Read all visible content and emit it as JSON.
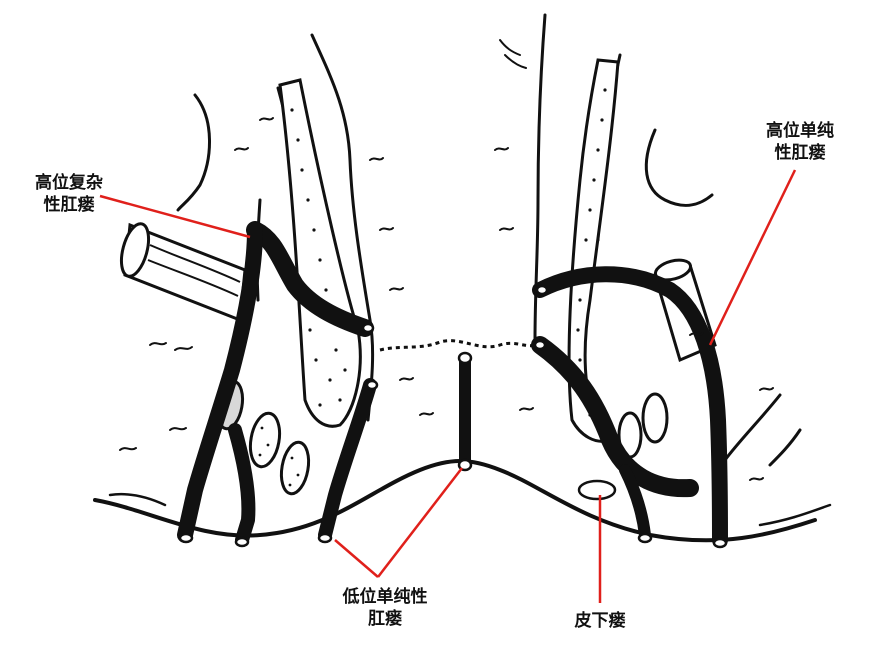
{
  "labels": {
    "high_complex": {
      "line1": "高位复杂",
      "line2": "性肛瘘"
    },
    "high_simple": {
      "line1": "高位单纯",
      "line2": "性肛瘘"
    },
    "low_simple": {
      "line1": "低位单纯性",
      "line2": "肛瘘"
    },
    "subcutaneous": {
      "line1": "皮下瘘"
    }
  },
  "colors": {
    "ink": "#111111",
    "leader": "#e0201b",
    "bg": "#ffffff"
  }
}
